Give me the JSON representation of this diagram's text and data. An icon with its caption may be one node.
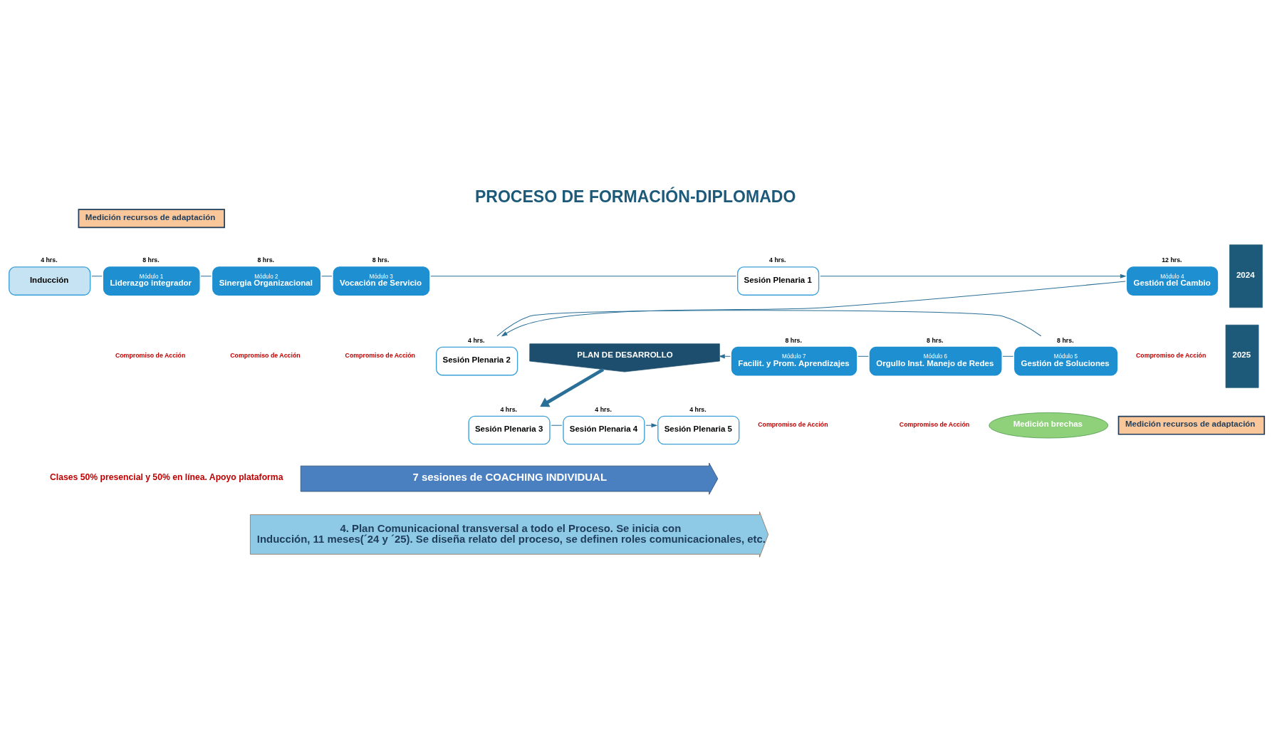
{
  "diagram": {
    "title": "PROCESO DE FORMACIÓN-DIPLOMADO",
    "nodes": [
      {
        "text": [
          "Medición recursos de adaptación"
        ]
      },
      {
        "text": [
          "2024"
        ]
      },
      {
        "text": [
          "Inducción"
        ],
        "beside": [
          "4 hrs."
        ]
      },
      {
        "text": [
          "Módulo 1",
          "Liderazgo integrador"
        ],
        "beside": [
          "8 hrs."
        ]
      },
      {
        "text": [
          "Módulo 2",
          "Sinergia Organizacional"
        ],
        "beside": [
          "8 hrs."
        ]
      },
      {
        "text": [
          "Módulo 3",
          "Vocación de Servicio"
        ],
        "beside": [
          "8 hrs."
        ]
      },
      {
        "text": [
          "Sesión Plenaria 1"
        ],
        "beside": [
          "4 hrs."
        ]
      },
      {
        "text": [
          "Módulo 4",
          "Gestión del Cambio"
        ],
        "beside": [
          "12 hrs."
        ]
      },
      {
        "text": [
          "2025"
        ]
      },
      {
        "text": [
          "Sesión Plenaria 2"
        ],
        "beside": [
          "4 hrs."
        ]
      },
      {
        "text": [
          "Módulo 5",
          "Gestión de Soluciones"
        ],
        "beside": [
          "8 hrs."
        ]
      },
      {
        "text": [
          "Módulo 6",
          "Orgullo Inst. Manejo de Redes"
        ],
        "beside": [
          "8 hrs."
        ]
      },
      {
        "text": [
          "Módulo 7",
          "Facilit. y Prom. Aprendizajes"
        ],
        "beside": [
          "8 hrs."
        ]
      },
      {
        "text": [
          "PLAN DE DESARROLLO"
        ]
      },
      {
        "text": [
          "Medición brechas"
        ]
      },
      {
        "text": [
          "Sesión Plenaria 3"
        ],
        "beside": [
          "4 hrs."
        ]
      },
      {
        "text": [
          "Sesión Plenaria 4"
        ],
        "beside": [
          "4 hrs."
        ]
      },
      {
        "text": [
          "Sesión Plenaria 5"
        ],
        "beside": [
          "4 hrs."
        ]
      },
      {
        "text": [
          "Medición recursos de adaptación"
        ]
      },
      {
        "text": [
          "7 sesiones de COACHING INDIVIDUAL"
        ]
      },
      {
        "text": [
          "4. Plan Comunicacional transversal a todo el Proceso. Se inicia con Inducción, 11 meses(´24 y ´25). Se diseña relato del proceso, se definen roles comunicacionales, etc."
        ]
      }
    ],
    "edges": [
      {
        "from": 2,
        "to": 3,
        "arrow": "none"
      },
      {
        "from": 3,
        "to": 4,
        "arrow": "none"
      },
      {
        "from": 4,
        "to": 5,
        "arrow": "none"
      },
      {
        "from": 5,
        "to": 6,
        "arrow": "none"
      },
      {
        "from": 6,
        "to": 7,
        "arrow": "to"
      },
      {
        "from": 7,
        "to": 9,
        "arrow": "to"
      },
      {
        "from": 9,
        "to": 10,
        "arrow": "none"
      },
      {
        "from": 10,
        "to": 11,
        "arrow": "none"
      },
      {
        "from": 11,
        "to": 12,
        "arrow": "none"
      },
      {
        "from": 12,
        "to": 13,
        "arrow": "to"
      },
      {
        "from": 13,
        "to": 15,
        "arrow": "to",
        "style": "thick"
      },
      {
        "from": 15,
        "to": 16,
        "arrow": "none"
      },
      {
        "from": 16,
        "to": 17,
        "arrow": "to"
      }
    ],
    "labels": [
      "Compromiso de Acción",
      "Compromiso de Acción",
      "Compromiso de Acción",
      "Compromiso de Acción",
      "Compromiso de Acción",
      "Compromiso de Acción",
      "Clases 50% presencial y 50% en línea. Apoyo plataforma"
    ]
  }
}
